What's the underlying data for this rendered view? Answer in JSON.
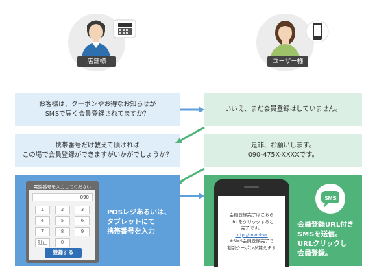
{
  "roles": {
    "store": "店舗様",
    "user": "ユーザー様"
  },
  "dialogue": {
    "store_q1": [
      "お客様は、クーポンやお得なお知らせが",
      "SMSで届く会員登録されてますか？"
    ],
    "user_a1": [
      "いいえ、まだ会員登録はしていません。"
    ],
    "store_q2": [
      "携帯番号だけ教えて頂ければ",
      "この場で会員登録ができますがいかがでしょうか？"
    ],
    "user_a2": [
      "是非、お願いします。",
      "090-475X-XXXXです。"
    ]
  },
  "tablet": {
    "header": "電話番号を入力してください",
    "display_value": "090",
    "keys": [
      "1",
      "2",
      "3",
      "4",
      "5",
      "6",
      "7",
      "8",
      "9",
      "訂正",
      "0"
    ],
    "register_button": "登録する"
  },
  "store_panel_text": [
    "POSレジあるいは、",
    "タブレットにて",
    "携帯番号を入力"
  ],
  "sms_message": {
    "line1": "会員登録完了はこちら",
    "line2": "URLをクリックすると",
    "line3": "完了です。",
    "url": "http://member",
    "line4": "※SMS会員登録完了で",
    "line5": "割引クーポンが貰えます"
  },
  "sms_icon_label": "SMS",
  "user_panel_text": [
    "会員登録URL付き",
    "SMSを送信。",
    "URLクリックし",
    "会員登録。"
  ],
  "colors": {
    "store_blue": "#5f9fda",
    "user_green": "#4fb37a",
    "bubble_blue": "#dfeef9",
    "bubble_green": "#dcefe4",
    "arrow_blue": "#5f9fda",
    "arrow_green": "#4fb37a"
  }
}
